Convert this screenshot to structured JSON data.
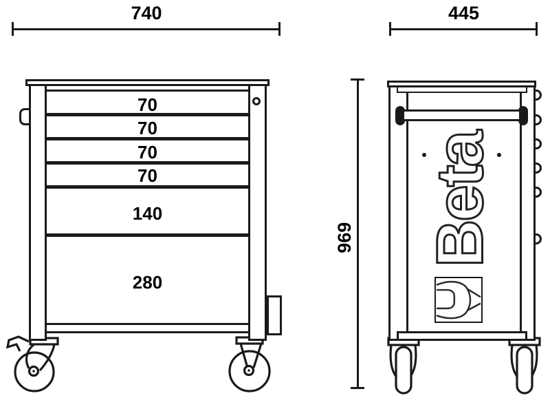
{
  "drawing": {
    "brand": "Beta",
    "dimensions": {
      "overall_width": "740",
      "overall_depth": "445",
      "overall_height": "969"
    },
    "front_view": {
      "drawers": [
        {
          "label": "70"
        },
        {
          "label": "70"
        },
        {
          "label": "70"
        },
        {
          "label": "70"
        },
        {
          "label": "140"
        },
        {
          "label": "280"
        }
      ]
    }
  },
  "colors": {
    "line": "#1a1a1a",
    "background": "#ffffff",
    "text": "#000000"
  }
}
